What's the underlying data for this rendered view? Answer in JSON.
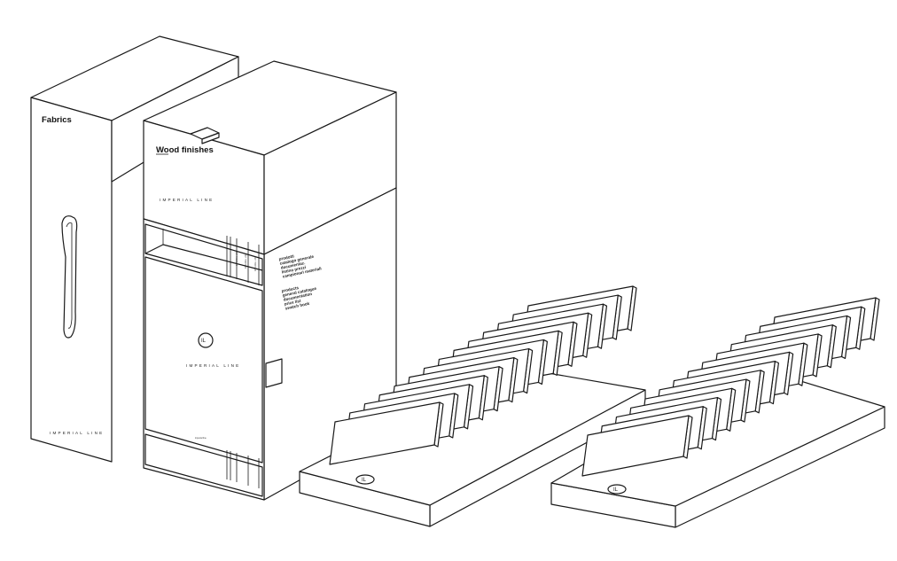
{
  "box_fabrics": {
    "title": "Fabrics",
    "brand": "IMPERIAL LINE"
  },
  "box_wood": {
    "title": "Wood finishes",
    "brand_top": "IMPERIAL LINE",
    "brand_center": "IMPERIAL LINE",
    "logo_mark": "IL",
    "side_list_1": [
      "prodotti",
      "catalogo generale",
      "documentaz.",
      "listino prezzi",
      "campionari materiali"
    ],
    "side_list_2": [
      "products",
      "general catalogue",
      "documentation",
      "price list",
      "swatch book"
    ],
    "spine_labels": [
      "IMPERIAL LINE",
      "IMPERIAL LINE",
      "IMPERIAL LINE"
    ],
    "bottom_tab_label": "imperial line"
  },
  "tray_left": {
    "logo_mark": "IL",
    "card_count": 14
  },
  "tray_right": {
    "logo_mark": "IL",
    "card_count": 14
  }
}
